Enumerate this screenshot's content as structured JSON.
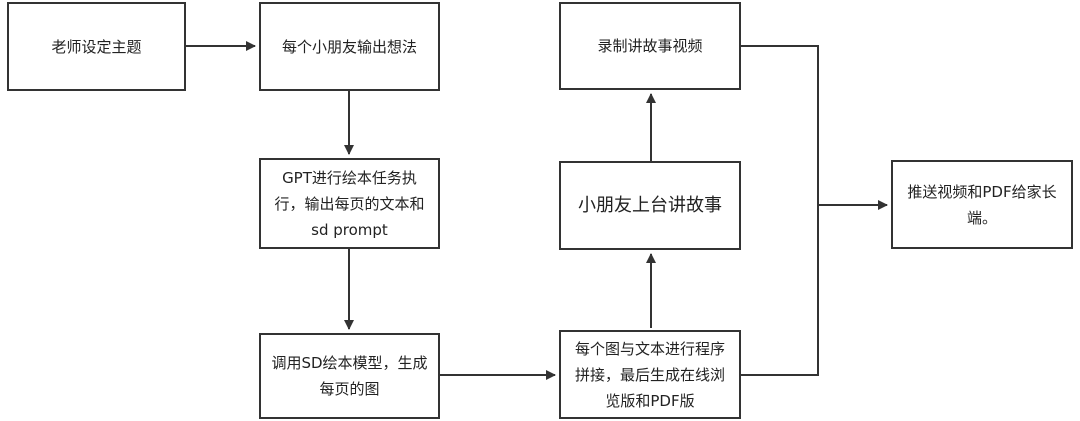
{
  "nodes": {
    "teacher_topic": "老师设定主题",
    "kids_ideas": "每个小朋友输出想法",
    "gpt_task": "GPT进行绘本任务执\n行，输出每页的文本和\nsd prompt",
    "sd_model": "调用SD绘本模型，生成\n每页的图",
    "stitch": "每个图与文本进行程序\n拼接，最后生成在线浏\n览版和PDF版",
    "kids_story": "小朋友上台讲故事",
    "record_video": "录制讲故事视频",
    "push_parents": "推送视频和PDF给家长\n端。"
  },
  "colors": {
    "stroke": "#333333",
    "background": "#ffffff"
  }
}
